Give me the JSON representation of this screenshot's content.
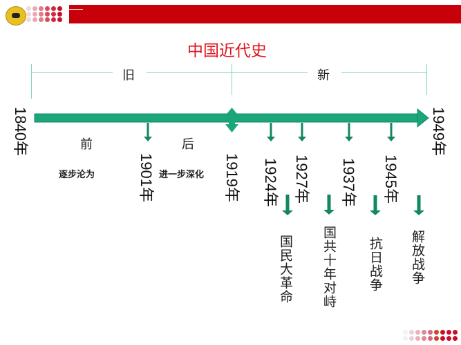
{
  "header": {
    "accent_color": "#c8000a"
  },
  "title": "中国近代史",
  "periods": {
    "old": "旧",
    "new": "新"
  },
  "phases": {
    "before": "前",
    "after": "后",
    "before_desc": "逐步沦为",
    "after_desc": "进一步深化"
  },
  "years": {
    "y1840": "1840年",
    "y1901": "1901年",
    "y1919": "1919年",
    "y1924": "1924年",
    "y1927": "1927年",
    "y1937": "1937年",
    "y1945": "1945年",
    "y1949": "1949年"
  },
  "events": {
    "e1": "国民大革命",
    "e2": "国共十年对峙",
    "e3": "抗日战争",
    "e4": "解放战争"
  },
  "colors": {
    "timeline": "#1aa57a",
    "arrow": "#13875f",
    "title": "#e0141e"
  }
}
